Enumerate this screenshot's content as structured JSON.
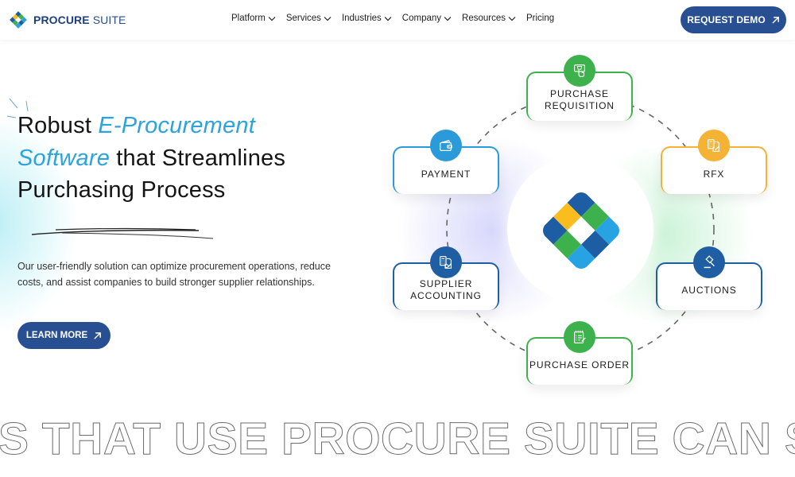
{
  "header": {
    "logo": {
      "bold": "PROCURE",
      "light": " SUITE"
    },
    "nav": [
      {
        "label": "Platform",
        "has_dropdown": true
      },
      {
        "label": "Services",
        "has_dropdown": true
      },
      {
        "label": "Industries",
        "has_dropdown": true
      },
      {
        "label": "Company",
        "has_dropdown": true
      },
      {
        "label": "Resources",
        "has_dropdown": true
      },
      {
        "label": "Pricing",
        "has_dropdown": false
      }
    ],
    "cta_label": "REQUEST DEMO",
    "cta_icon": "arrow-up-right-icon"
  },
  "hero": {
    "title_part1": "Robust ",
    "title_accent1": "E-Procurement",
    "title_accent2": "Software",
    "title_part2": " that Streamlines",
    "title_part3": "Purchasing Process",
    "description": "Our user-friendly solution can optimize procurement operations, reduce costs, and assist companies to build stronger supplier relationships.",
    "button_label": "LEARN MORE",
    "button_icon": "arrow-up-right-icon"
  },
  "diagram": {
    "nodes": [
      {
        "label": "PURCHASE REQUISITION",
        "icon": "cart-touch-icon",
        "color": "#3db14b"
      },
      {
        "label": "RFX",
        "icon": "document-calculator-icon",
        "color": "#f5b335"
      },
      {
        "label": "AUCTIONS",
        "icon": "gavel-icon",
        "color": "#1f5ea3"
      },
      {
        "label": "PURCHASE ORDER",
        "icon": "checklist-icon",
        "color": "#3db14b"
      },
      {
        "label": "SUPPLIER ACCOUNTING",
        "icon": "accounting-document-icon",
        "color": "#1f5ea3"
      },
      {
        "label": "PAYMENT",
        "icon": "wallet-icon",
        "color": "#2a9ad8"
      }
    ],
    "center": "procure-suite-logo"
  },
  "marquee": {
    "text": "S THAT USE PROCURE SUITE CAN S"
  },
  "colors": {
    "brand_navy": "#274f92",
    "accent_blue": "#2aa3df",
    "green": "#3db14b",
    "orange": "#f5b335",
    "logo_yellow": "#fbbd1d",
    "logo_dark_blue": "#1c5da4"
  }
}
